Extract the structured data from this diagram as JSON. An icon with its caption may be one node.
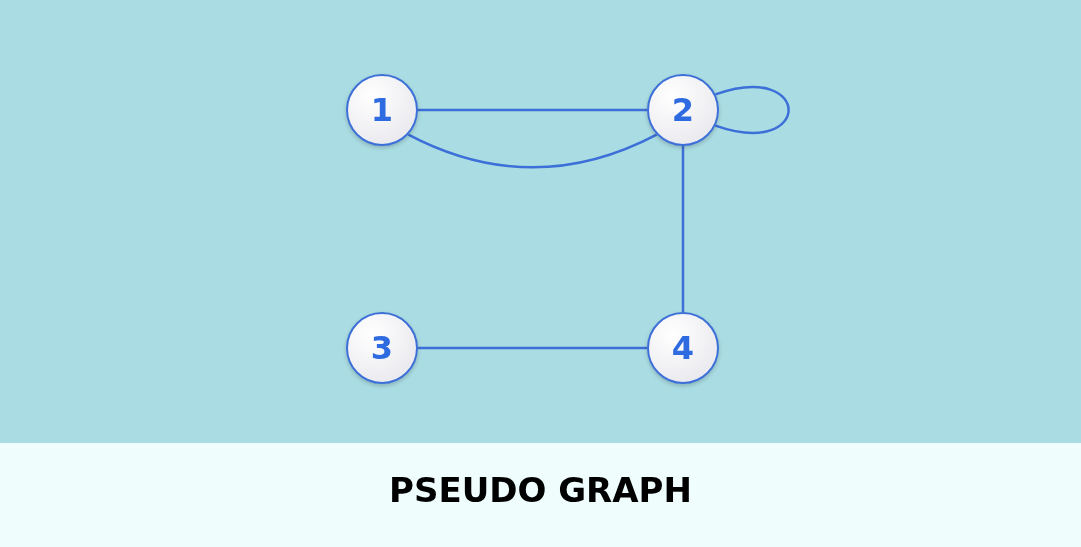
{
  "diagram": {
    "caption": "PSEUDO GRAPH",
    "nodes": [
      {
        "text": [
          "1"
        ]
      },
      {
        "text": [
          "2"
        ]
      },
      {
        "text": [
          "3"
        ]
      },
      {
        "text": [
          "4"
        ]
      }
    ],
    "edges": [
      {
        "from": 0,
        "to": 1,
        "arrow": "none"
      },
      {
        "from": 0,
        "to": 1,
        "arrow": "none"
      },
      {
        "from": 1,
        "to": 1,
        "arrow": "none"
      },
      {
        "from": 1,
        "to": 3,
        "arrow": "none"
      },
      {
        "from": 2,
        "to": 3,
        "arrow": "none"
      }
    ]
  }
}
